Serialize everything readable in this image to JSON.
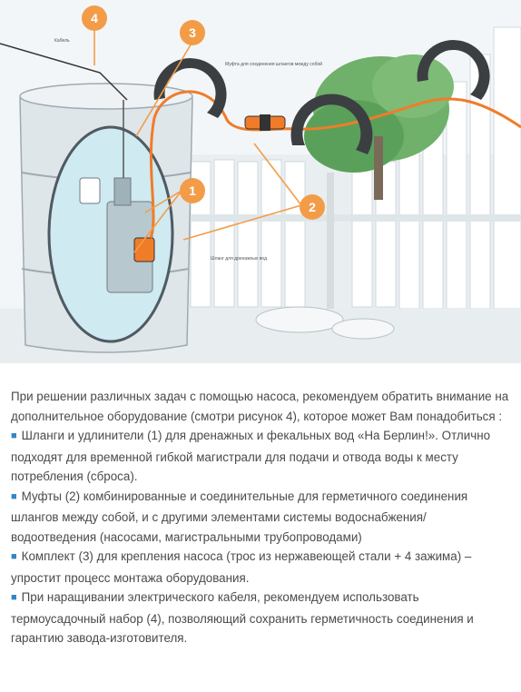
{
  "illustration": {
    "callouts": [
      {
        "number": "4",
        "color": "#f39c48"
      },
      {
        "number": "3",
        "color": "#f39c48"
      },
      {
        "number": "1",
        "color": "#f39c48"
      },
      {
        "number": "2",
        "color": "#f39c48"
      }
    ],
    "small_labels": {
      "cable": "Кабель",
      "coupling": "Муфта для соединения шлангов между собой",
      "hose": "Шланг для дренажных вод"
    },
    "colors": {
      "sky": "#f3f6f8",
      "fence": "#e6ebee",
      "barrel": "#dfe6ea",
      "water": "#cfeaf1",
      "hose": "#f07c2a",
      "tree": "#5aa05a",
      "accent": "#f39c48"
    }
  },
  "text": {
    "intro": "При решении различных задач с помощью насоса, рекомендуем обратить внимание на дополнительное оборудование (смотри рисунок 4), которое может Вам понадобиться :",
    "items": [
      {
        "bullet": "■",
        "text": "Шланги и удлинители (1) для дренажных и фекальных вод «На Берлин!». Отлично подходят для временной гибкой магистрали для подачи и отвода воды к месту потребления (сброса)."
      },
      {
        "bullet": "■",
        "text": "Муфты (2) комбинированные и соединительные для герметичного соединения шлангов между собой, и с другими элементами системы водоснабжения/водоотведения (насосами, магистральными трубопроводами)"
      },
      {
        "bullet": "■",
        "text": "Комплект (3) для крепления насоса (трос из нержавеющей стали + 4 зажима) – упростит процесс монтажа оборудования."
      },
      {
        "bullet": "■",
        "text": "При наращивании электрического кабеля, рекомендуем использовать термоусадочный набор (4), позволяющий сохранить герметичность соединения и гарантию завода-изготовителя."
      }
    ]
  }
}
